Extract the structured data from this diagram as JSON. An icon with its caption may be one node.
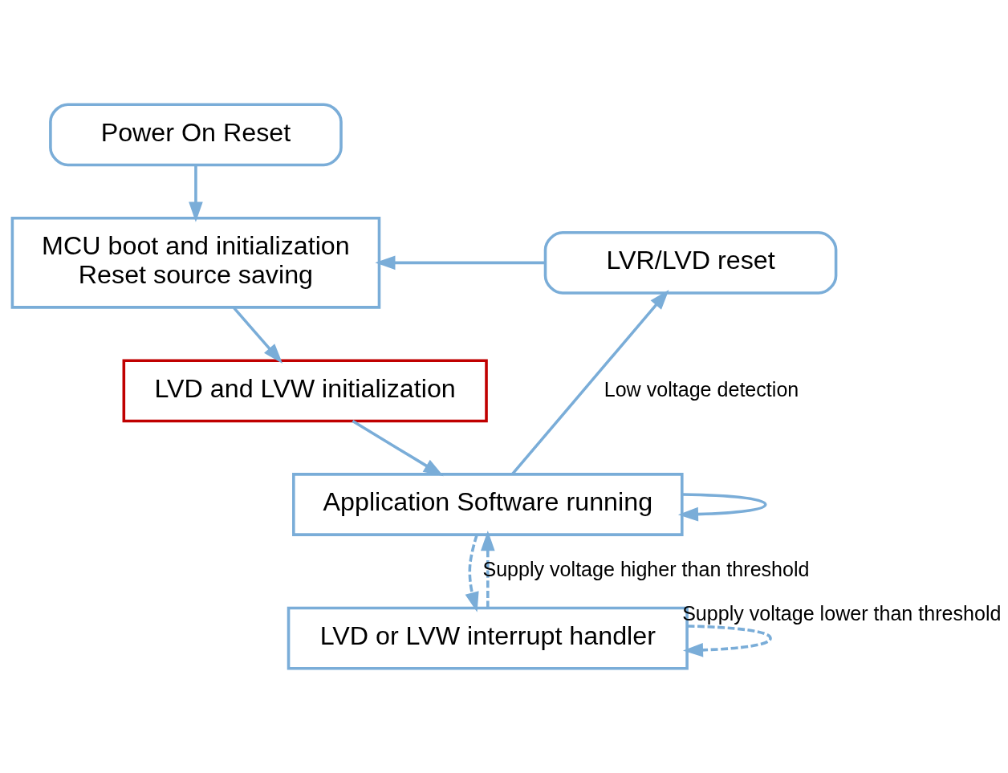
{
  "diagram": {
    "nodes": [
      {
        "text": [
          "Power On Reset"
        ]
      },
      {
        "text": [
          "MCU boot and initialization",
          "Reset source saving"
        ]
      },
      {
        "text": [
          "LVD and LVW initialization"
        ]
      },
      {
        "text": [
          "Application Software running"
        ]
      },
      {
        "text": [
          "LVR/LVD reset"
        ]
      },
      {
        "text": [
          "LVD or LVW interrupt handler"
        ]
      }
    ],
    "edges": [
      {
        "from": 0,
        "to": 1,
        "arrow": "to"
      },
      {
        "from": 4,
        "to": 1,
        "arrow": "to"
      },
      {
        "from": 1,
        "to": 2,
        "arrow": "to"
      },
      {
        "from": 2,
        "to": 3,
        "arrow": "to"
      },
      {
        "from": 3,
        "to": 3,
        "arrow": "to"
      },
      {
        "from": 3,
        "to": 4,
        "arrow": "to",
        "label": "Low voltage detection"
      },
      {
        "from": 3,
        "to": 5,
        "arrow": "to",
        "style": "dashed"
      },
      {
        "from": 5,
        "to": 3,
        "arrow": "to",
        "style": "dashed",
        "label": "Supply voltage higher than threshold"
      },
      {
        "from": 5,
        "to": 5,
        "arrow": "to",
        "style": "dashed",
        "label": "Supply voltage lower than threshold"
      }
    ]
  }
}
